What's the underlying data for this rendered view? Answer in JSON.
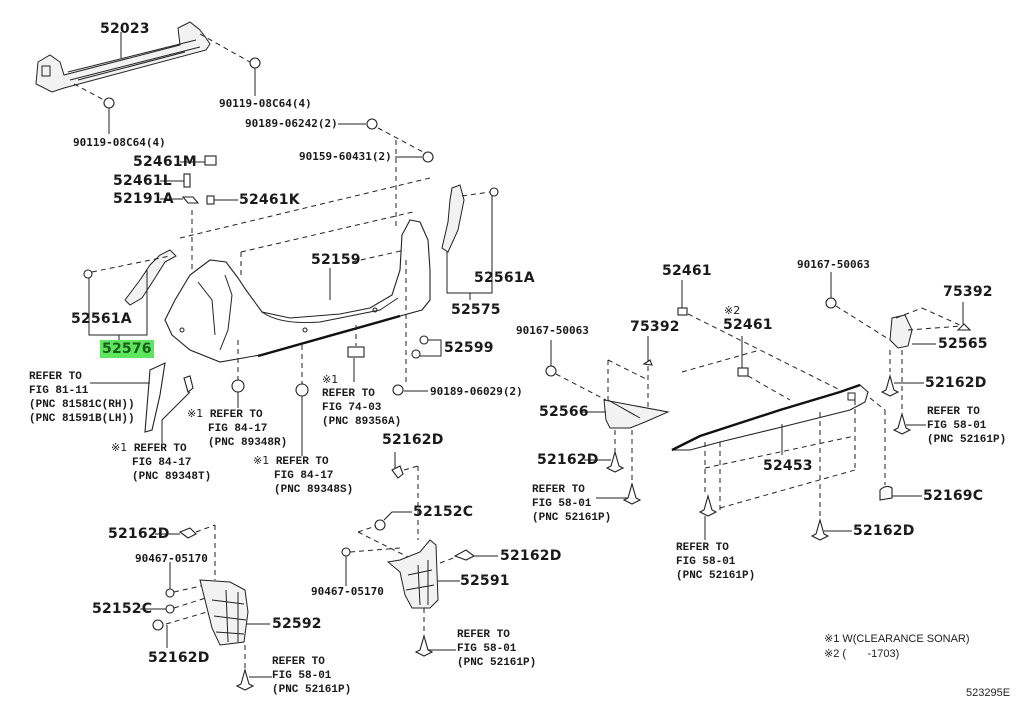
{
  "diagram": {
    "figure_id": "523295E",
    "highlighted_part": "52576",
    "parts": {
      "p52023": "52023",
      "p90119_a": "90119-08C64(4)",
      "p90119_b": "90119-08C64(4)",
      "p90189_06242": "90189-06242(2)",
      "p90159": "90159-60431(2)",
      "p52461M": "52461M",
      "p52461L": "52461L",
      "p52191A": "52191A",
      "p52461K": "52461K",
      "p52561A_l": "52561A",
      "p52576": "52576",
      "p52159": "52159",
      "p52561A_r": "52561A",
      "p52575": "52575",
      "p52599": "52599",
      "p90189_06029": "90189-06029(2)",
      "p52162D_c": "52162D",
      "p52152C_c": "52152C",
      "p52162D_cr": "52162D",
      "p90467_c": "90467-05170",
      "p52591": "52591",
      "p52162D_l1": "52162D",
      "p90467_l": "90467-05170",
      "p52152C_l": "52152C",
      "p52592": "52592",
      "p52162D_l2": "52162D",
      "p52461_a": "52461",
      "p52461_b": "52461",
      "p90167_r": "90167-50063",
      "p75392_r": "75392",
      "p90167_l": "90167-50063",
      "p75392_l": "75392",
      "p52565": "52565",
      "p52162D_r1": "52162D",
      "p52566": "52566",
      "p52162D_r2": "52162D",
      "p52453": "52453",
      "p52169C": "52169C",
      "p52162D_r3": "52162D"
    },
    "references": {
      "r1": [
        "REFER TO",
        "FIG 81-11",
        "(PNC 81581C(RH))",
        "(PNC 81591B(LH))"
      ],
      "r2": [
        "REFER TO",
        "FIG 84-17",
        "(PNC 89348T)"
      ],
      "r3": [
        "REFER TO",
        "FIG 84-17",
        "(PNC 89348R)"
      ],
      "r4": [
        "REFER TO",
        "FIG 84-17",
        "(PNC 89348S)"
      ],
      "r5": [
        "REFER TO",
        "FIG 74-03",
        "(PNC 89356A)"
      ],
      "r6": [
        "REFER TO",
        "FIG 58-01",
        "(PNC 52161P)"
      ],
      "r7": [
        "REFER TO",
        "FIG 58-01",
        "(PNC 52161P)"
      ],
      "r8": [
        "REFER TO",
        "FIG 58-01",
        "(PNC 52161P)"
      ],
      "r9": [
        "REFER TO",
        "FIG 58-01",
        "(PNC 52161P)"
      ],
      "r10": [
        "REFER TO",
        "FIG 58-01",
        "(PNC 52161P)"
      ]
    },
    "marks": {
      "m1": "※1",
      "m2": "※2"
    },
    "notes": {
      "n1": "※1 W(CLEARANCE SONAR)",
      "n2": "※2 (       -1703)"
    },
    "colors": {
      "highlight": "#5ee65e",
      "line": "#222222"
    }
  }
}
